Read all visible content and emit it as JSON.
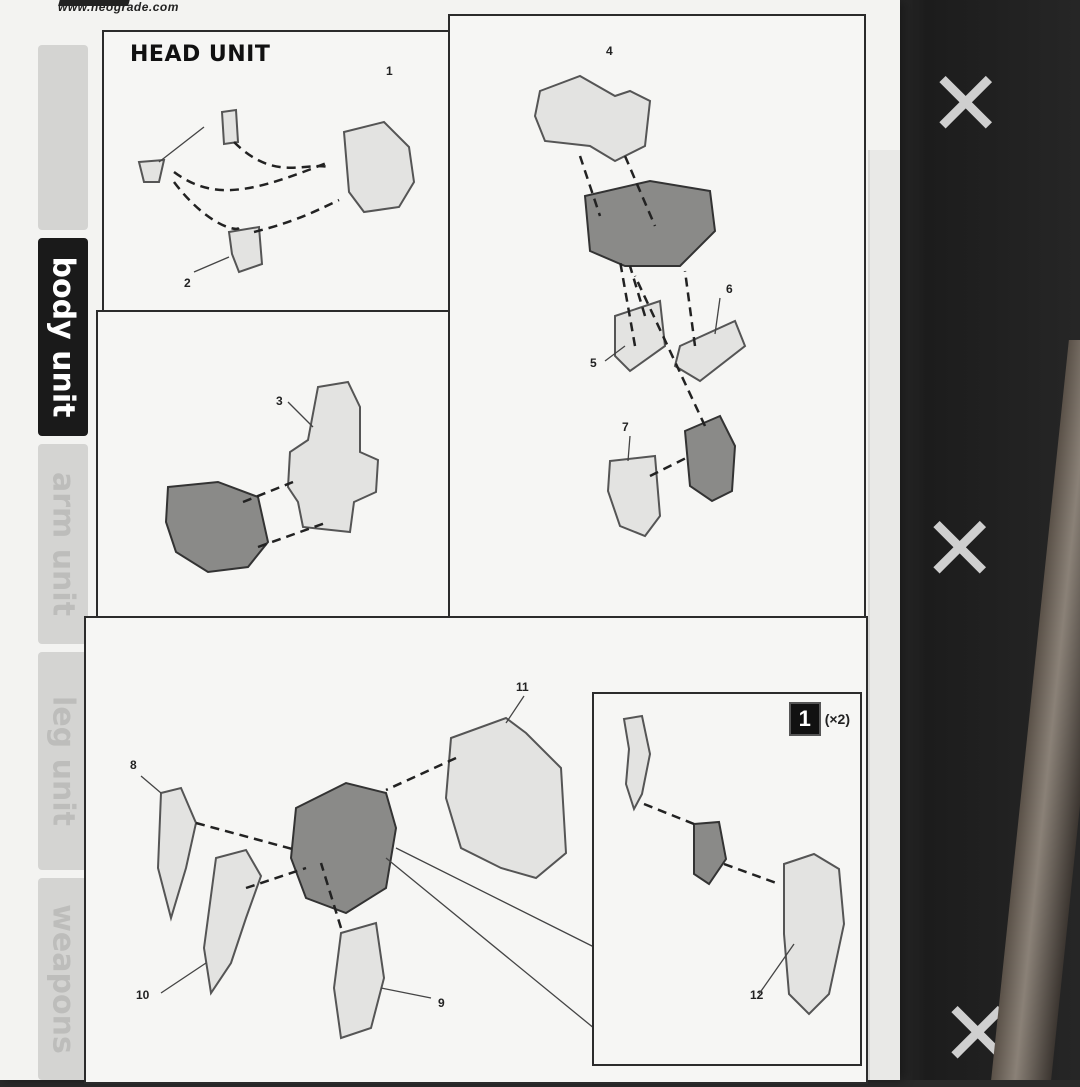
{
  "header": {
    "website": "www.neograde.com"
  },
  "side_tabs": [
    {
      "label": "",
      "active": false
    },
    {
      "label": "body unit",
      "active": true
    },
    {
      "label": "arm unit",
      "active": false
    },
    {
      "label": "leg unit",
      "active": false
    },
    {
      "label": "weapons",
      "active": false
    }
  ],
  "panels": {
    "head": {
      "title": "HEAD UNIT",
      "labels": {
        "p1": "1",
        "p2": "2"
      }
    },
    "mid_left": {
      "labels": {
        "p3": "3"
      }
    },
    "right": {
      "labels": {
        "p4": "4",
        "p5": "5",
        "p6": "6",
        "p7": "7"
      }
    },
    "bottom": {
      "labels": {
        "p8": "8",
        "p9": "9",
        "p10": "10",
        "p11": "11"
      }
    },
    "inset": {
      "step_number": "1",
      "multiplier": "(×2)",
      "labels": {
        "p12": "12"
      }
    }
  },
  "colors": {
    "paper": "#f3f3f1",
    "ink": "#2b2b2b",
    "active_tab": "#1a1a1a",
    "inactive_tab": "#d4d4d2"
  }
}
